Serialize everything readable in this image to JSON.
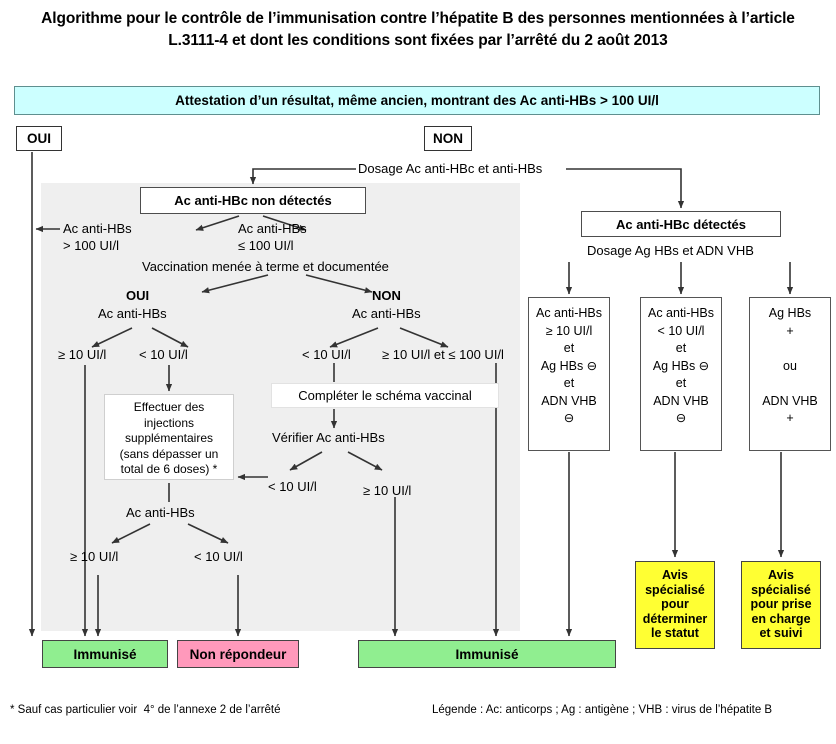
{
  "title": "Algorithme pour le contrôle de l’immunisation contre l’hépatite B des personnes mentionnées à l’article L.3111-4 et dont les conditions sont fixées par l’arrêté du 2 août 2013",
  "header": {
    "text": "Attestation d’un résultat, même ancien, montrant des Ac anti-HBs > 100 UI/l",
    "color": "#ccffff"
  },
  "branch": {
    "yes_label": "OUI",
    "no_label": "NON",
    "dosage_label": "Dosage Ac anti-HBc et anti-HBs"
  },
  "left_path": {
    "hbc_not_detected": "Ac anti-HBc non détectés",
    "hbs_gt100_line1": "Ac anti-HBs",
    "hbs_gt100_line2": "> 100 UI/l",
    "hbs_le100_line1": "Ac anti-HBs",
    "hbs_le100_line2": "≤ 100 UI/l",
    "vaccination_question": "Vaccination menée à terme et documentée",
    "vacc_yes": "OUI",
    "vacc_yes_sub": "Ac anti-HBs",
    "vacc_yes_ge10": "≥ 10 UI/l",
    "vacc_yes_lt10": "< 10 UI/l",
    "vacc_no": "NON",
    "vacc_no_sub": "Ac anti-HBs",
    "vacc_no_lt10": "< 10 UI/l",
    "vacc_no_ge10_le100": "≥ 10 UI/l et ≤ 100 UI/l",
    "injections_box": "Effectuer des\ninjections\nsupplémentaires\n(sans dépasser un\ntotal de 6 doses) *",
    "schema_box": "Compléter le schéma vaccinal",
    "verify_label": "Vérifier Ac anti-HBs",
    "verify_lt10": "< 10 UI/l",
    "verify_ge10": "≥ 10 UI/l",
    "recheck_label": "Ac anti-HBs",
    "recheck_ge10": "≥ 10 UI/l",
    "recheck_lt10": "< 10 UI/l"
  },
  "right_path": {
    "hbc_detected": "Ac anti-HBc détectés",
    "dosage_ag": "Dosage Ag HBs et ADN VHB",
    "sero_1": "Ac anti-HBs\n≥ 10 UI/l\net\nAg HBs ⊖\net\nADN VHB\n⊖",
    "sero_2": "Ac anti-HBs\n< 10 UI/l\net\nAg HBs ⊖\net\nADN VHB\n⊖",
    "sero_3": "Ag HBs\n+\n\nou\n\nADN VHB\n+"
  },
  "results": {
    "immunise_left": "Immunisé",
    "non_repondeur": "Non répondeur",
    "immunise_center": "Immunisé",
    "advice_status": "Avis\nspécialisé\npour\ndéterminer\nle statut",
    "advice_care": "Avis\nspécialisé\npour prise\nen charge\net suivi",
    "color_immunise": "#90ee90",
    "color_non_repondeur": "#ff99bb",
    "color_advice": "#ffff33"
  },
  "footnote": "* Sauf cas particulier voir  4° de l’annexe 2 de l’arrêté",
  "legend": "Légende : Ac: anticorps ; Ag : antigène ; VHB : virus de l’hépatite B"
}
